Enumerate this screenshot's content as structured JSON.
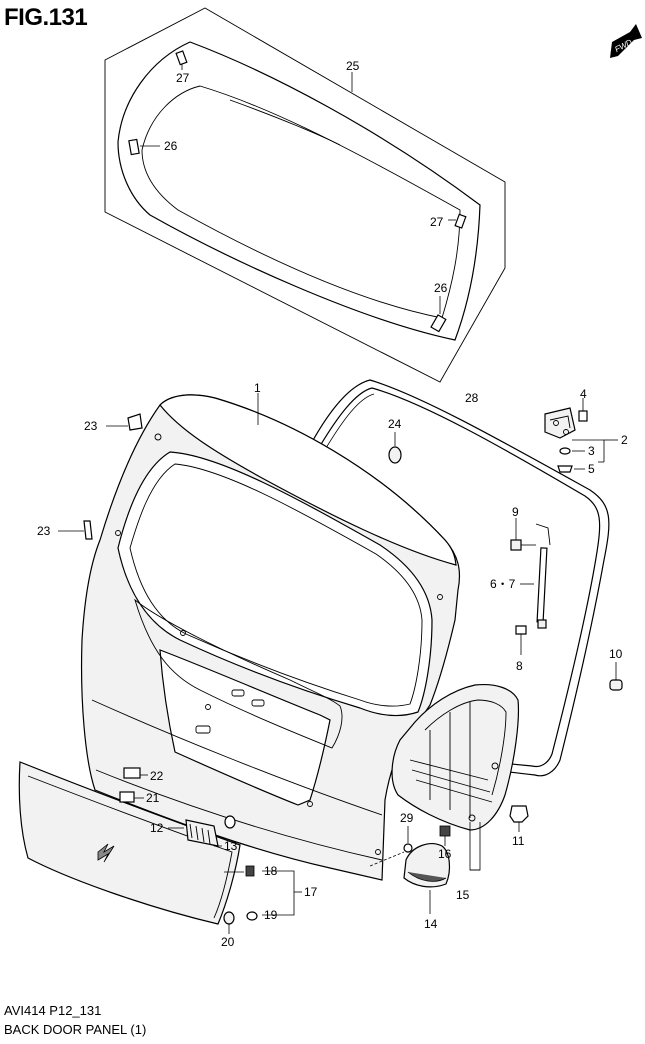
{
  "figure": {
    "title": "FIG.131",
    "fwd_label": "FWD",
    "code": "AVI414 P12_131",
    "caption": "BACK DOOR PANEL (1)"
  },
  "callouts": {
    "c1": "1",
    "c2": "2",
    "c3": "3",
    "c4": "4",
    "c5": "5",
    "c67": "6・7",
    "c8": "8",
    "c9": "9",
    "c10": "10",
    "c11": "11",
    "c12": "12",
    "c13": "13",
    "c14": "14",
    "c15": "15",
    "c16": "16",
    "c17": "17",
    "c18": "18",
    "c19a": "19",
    "c20": "20",
    "c21": "21",
    "c22": "22",
    "c23a": "23",
    "c23b": "23",
    "c24": "24",
    "c25": "25",
    "c26a": "26",
    "c26b": "26",
    "c27a": "27",
    "c27b": "27",
    "c28": "28",
    "c29": "29"
  }
}
